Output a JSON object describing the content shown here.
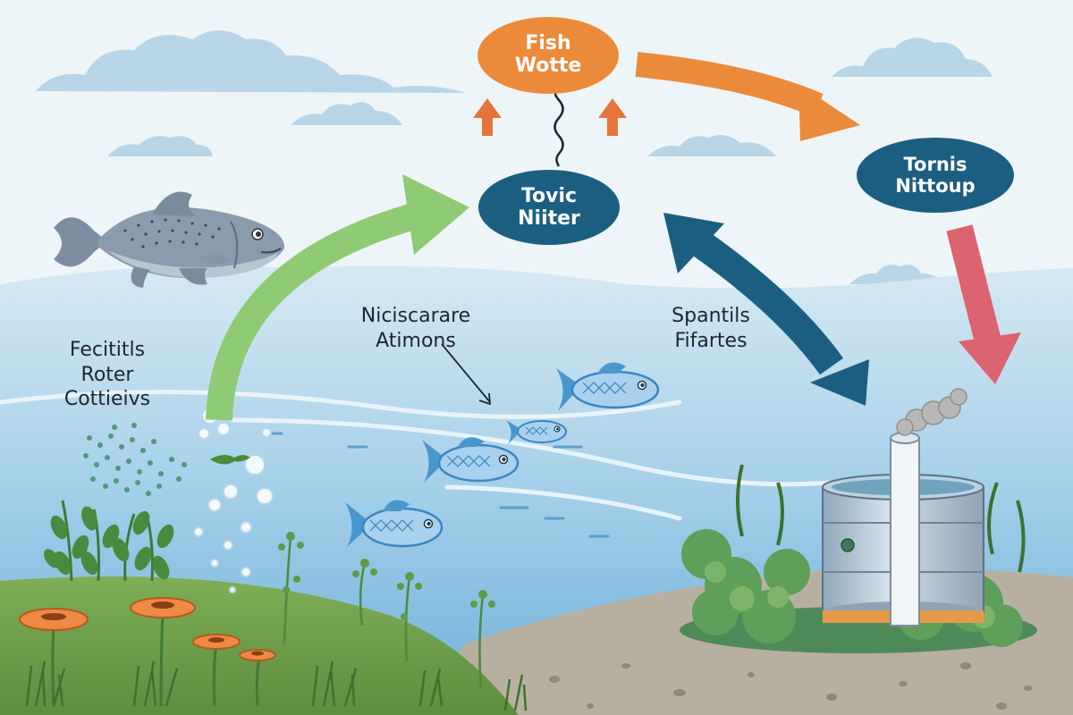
{
  "nodes": {
    "fish_waste": {
      "line1": "Fish",
      "line2": "Wotte",
      "color": "#ec8a3b"
    },
    "toxic_nitrite": {
      "line1": "Tovic",
      "line2": "Niiter",
      "color": "#1b5e80"
    },
    "tornis_nitroup": {
      "line1": "Tornis",
      "line2": "Nittoup",
      "color": "#1b5e80"
    }
  },
  "labels": {
    "left": {
      "line1": "Fecititls",
      "line2": "Roter",
      "line3": "Cottieivs"
    },
    "middle": {
      "line1": "Niciscarare",
      "line2": "Atimons"
    },
    "right": {
      "line1": "Spantils",
      "line2": "Fifartes"
    }
  },
  "colors": {
    "sky": "#eef5f8",
    "water": "#9ccbe6",
    "deep_water": "#74b1d8",
    "grass": "#6c9d4c",
    "ground": "#b7b0a0",
    "green_arrow": "#8fcb74",
    "orange_arrow": "#ec8a3b",
    "blue_arrow": "#1b5e80",
    "red_arrow": "#db6470"
  }
}
